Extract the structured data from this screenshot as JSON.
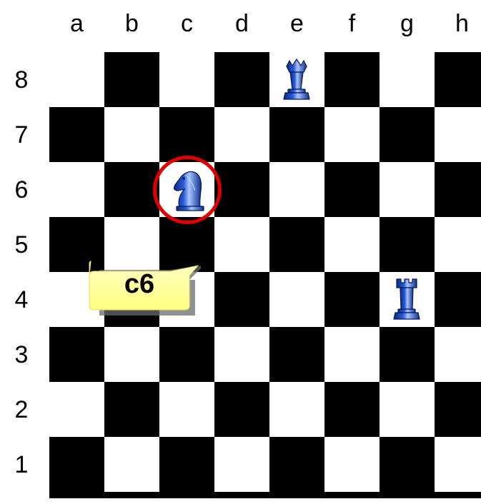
{
  "board": {
    "files": [
      "a",
      "b",
      "c",
      "d",
      "e",
      "f",
      "g",
      "h"
    ],
    "ranks": [
      "8",
      "7",
      "6",
      "5",
      "4",
      "3",
      "2",
      "1"
    ]
  },
  "pieces": [
    {
      "name": "queen",
      "square": "e8",
      "color": "#2a5bd7"
    },
    {
      "name": "knight",
      "square": "c6",
      "color": "#2a5bd7"
    },
    {
      "name": "rook",
      "square": "g4",
      "color": "#2a5bd7"
    }
  ],
  "highlight": {
    "square": "c6",
    "color": "#e10000"
  },
  "callout": {
    "text": "c6",
    "color": "#ffff99"
  }
}
